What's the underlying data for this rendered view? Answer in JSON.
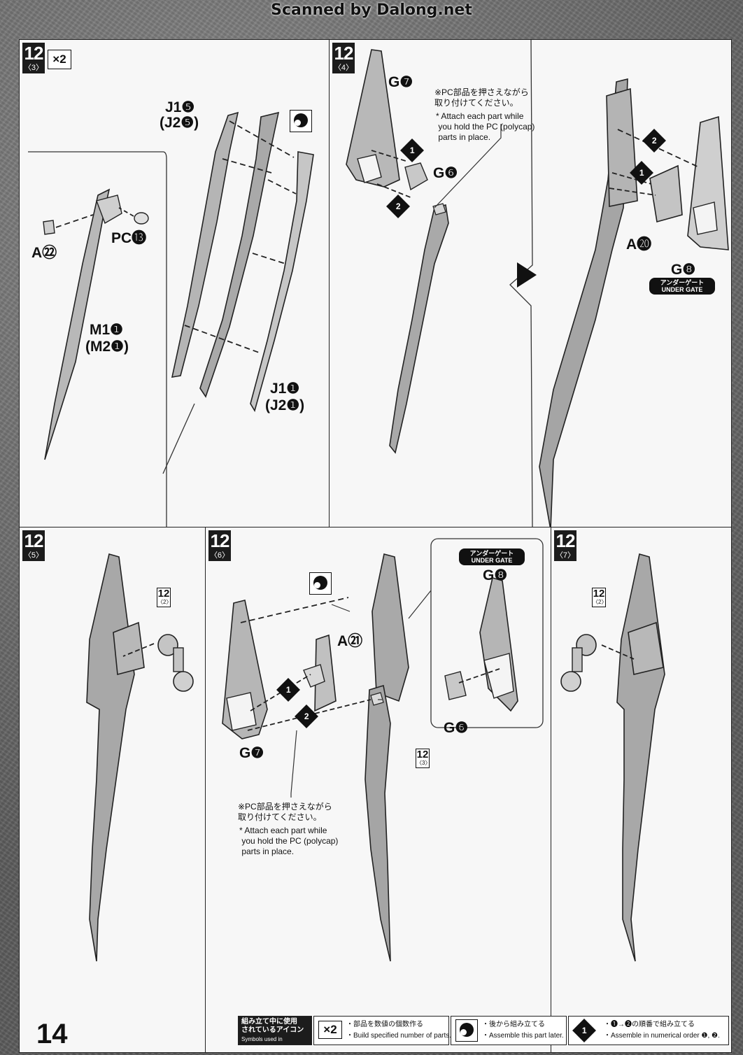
{
  "scan_credit": "Scanned by Dalong.net",
  "page_number": "14",
  "panels": {
    "p3": {
      "step": "12",
      "sub": "〈3〉",
      "multiplier": "×2",
      "labels": {
        "j1_5": "J1❺",
        "j2_5": "(J2❺)",
        "a22": "A㉒",
        "pc13": "PC⓭",
        "m1_1": "M1❶",
        "m2_1": "(M2❶)",
        "j1_1": "J1❶",
        "j2_1": "(J2❶)"
      }
    },
    "p4": {
      "step": "12",
      "sub": "〈4〉",
      "labels": {
        "g7": "G❼",
        "g6": "G❻",
        "a20": "A⓴",
        "g8": "G❽"
      },
      "note_jp": "※PC部品を押さえながら\n取り付けてください。",
      "note_en": "* Attach each part while\n you hold the PC (polycap)\n parts in place.",
      "gate_jp": "アンダーゲート",
      "gate_en": "UNDER GATE"
    },
    "p5": {
      "step": "12",
      "sub": "〈5〉",
      "ref_step": "12",
      "ref_sub": "〈2〉"
    },
    "p6": {
      "step": "12",
      "sub": "〈6〉",
      "labels": {
        "a21": "A㉑",
        "g8": "G❽",
        "g6": "G❻",
        "g7": "G❼"
      },
      "gate_jp": "アンダーゲート",
      "gate_en": "UNDER GATE",
      "ref_step": "12",
      "ref_sub": "〈3〉",
      "note_jp": "※PC部品を押さえながら\n取り付けてください。",
      "note_en": "* Attach each part while\n you hold the PC (polycap)\n parts in place."
    },
    "p7": {
      "step": "12",
      "sub": "〈7〉",
      "ref_step": "12",
      "ref_sub": "〈2〉"
    }
  },
  "legend": {
    "title_jp": "組み立て中に使用\nされているアイコン",
    "title_en": "Symbols used in instructions",
    "multi_icon": "×2",
    "multi_jp": "・部品を数値の個数作る",
    "multi_en": "・Build specified number of parts.",
    "later_jp": "・後から組み立てる",
    "later_en": "・Assemble this part later.",
    "seq_icon": "1",
    "seq_jp": "・❶→❷の順番で組み立てる",
    "seq_en": "・Assemble in numerical order ❶, ❷."
  }
}
